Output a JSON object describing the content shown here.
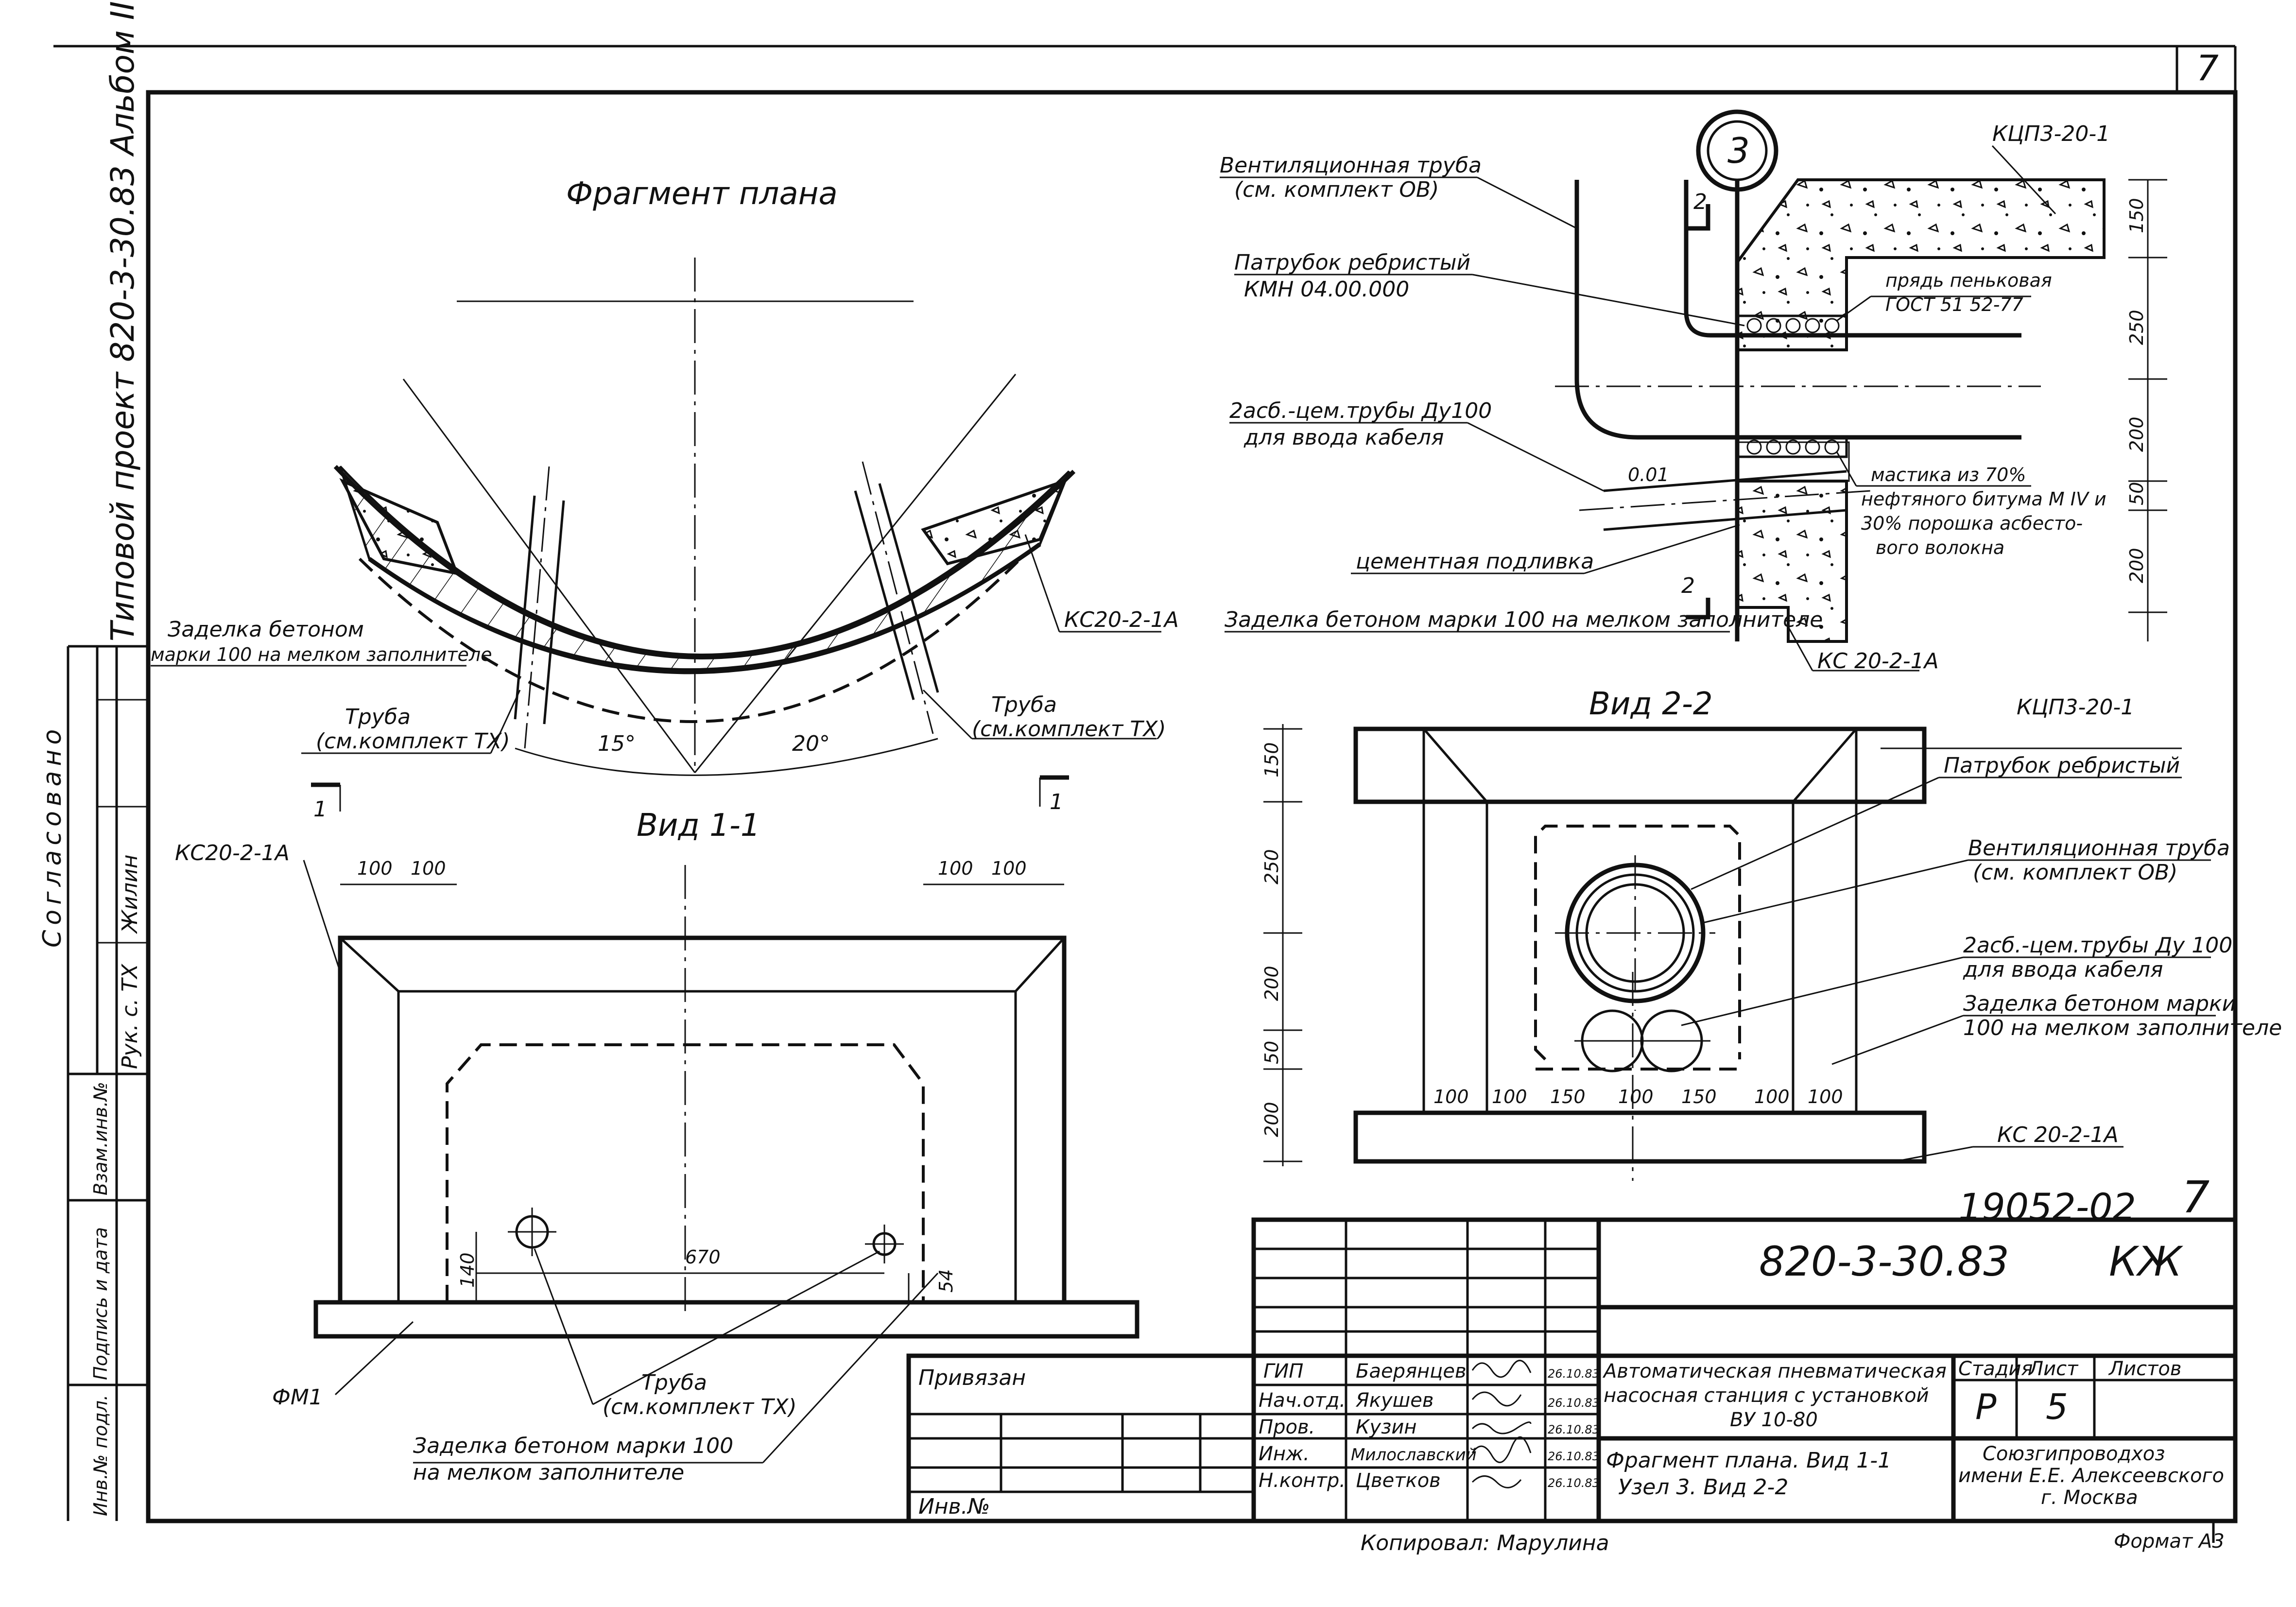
{
  "sheet": {
    "corner_sheet_no": "7",
    "side_title": "Типовой проект 820-3-30.83 Альбом II",
    "copied_by": "Копировал: Марулина",
    "format": "Формат А3",
    "archive_no": "19052-02",
    "archive_sheet": "7"
  },
  "approvals": {
    "header": "Согласовано",
    "rows": [
      "Жилин",
      "Рук. с. ТХ"
    ],
    "frame_cells": [
      "Взам.инв.№",
      "Подпись и дата",
      "Инв.№ подл."
    ]
  },
  "plan": {
    "title": "Фрагмент плана",
    "labels": {
      "fill": "Заделка бетоном",
      "fill2": "марки 100 на мелком заполнителе",
      "block": "КС20-2-1А",
      "pipe_left": "Труба",
      "pipe_left2": "(см.комплект ТХ)",
      "pipe_right": "Труба",
      "pipe_right2": "(см.комплект ТХ)",
      "angle1": "15°",
      "angle2": "20°",
      "section_mark": "1"
    }
  },
  "view11": {
    "title": "Вид 1-1",
    "labels": {
      "block": "КС20-2-1А",
      "d100a": "100",
      "d100b": "100",
      "d100c": "100",
      "d100d": "100",
      "d670": "670",
      "d140": "140",
      "d54": "54",
      "fm": "ФМ1",
      "pipe": "Труба",
      "pipe2": "(см.комплект ТХ)",
      "fill": "Заделка бетоном марки 100",
      "fill2": "на мелком заполнителе"
    }
  },
  "node3": {
    "number": "3",
    "labels": {
      "vent": "Вентиляционная труба",
      "vent2": "(см. комплект ОВ)",
      "nozzle": "Патрубок ребристый",
      "nozzle2": "КМН 04.00.000",
      "asb": "2асб.-цем.трубы Ду100",
      "asb2": "для ввода кабеля",
      "slope": "0.01",
      "grout": "цементная подливка",
      "fill": "Заделка бетоном марки 100 на мелком заполнителе",
      "slab": "КЦП3-20-1",
      "hemp": "прядь пеньковая",
      "hemp2": "ГОСТ 51 52-77",
      "mastic": "мастика из 70%",
      "mastic2": "нефтяного битума М IV и",
      "mastic3": "30% порошка асбесто-",
      "mastic4": "вого волокна",
      "ring": "КС 20-2-1А",
      "cut": "2",
      "dims": [
        "150",
        "250",
        "200",
        "50",
        "200"
      ]
    }
  },
  "view22": {
    "title": "Вид 2-2",
    "labels": {
      "slab": "КЦП3-20-1",
      "nozzle": "Патрубок ребристый",
      "vent": "Вентиляционная труба",
      "vent2": "(см. комплект ОВ)",
      "asb": "2асб.-цем.трубы Ду 100",
      "asb2": "для ввода кабеля",
      "fill": "Заделка бетоном марки",
      "fill2": "100 на мелком заполнителе",
      "ring": "КС 20-2-1А",
      "vdims": [
        "150",
        "250",
        "200",
        "50",
        "200"
      ],
      "hdims": [
        "100",
        "100",
        "150",
        "100",
        "150",
        "100",
        "100"
      ]
    }
  },
  "titleblock": {
    "code": "820-3-30.83",
    "mark": "КЖ",
    "linked": "Привязан",
    "inv": "Инв.№",
    "roles": [
      "ГИП",
      "Нач.отд.",
      "Пров.",
      "Инж.",
      "Н.контр."
    ],
    "names": [
      "Баерянцев",
      "Якушев",
      "Кузин",
      "Милославский",
      "Цветков"
    ],
    "dates": [
      "26.10.83",
      "26.10.83",
      "26.10.83",
      "26.10.83",
      "26.10.83"
    ],
    "project": "Автоматическая пневматическая насосная станция с установкой ВУ 10-80",
    "project_l1": "Автоматическая пневматическая",
    "project_l2": "насосная станция с установкой",
    "project_l3": "ВУ 10-80",
    "sheet_title_l1": "Фрагмент плана.   Вид 1-1",
    "sheet_title_l2": "Узел 3.   Вид 2-2",
    "stage_h": "Стадия",
    "sheet_h": "Лист",
    "sheets_h": "Листов",
    "stage": "Р",
    "sheet": "5",
    "org_l1": "Союзгипроводхоз",
    "org_l2": "имени Е.Е. Алексеевского",
    "org_l3": "г. Москва"
  }
}
